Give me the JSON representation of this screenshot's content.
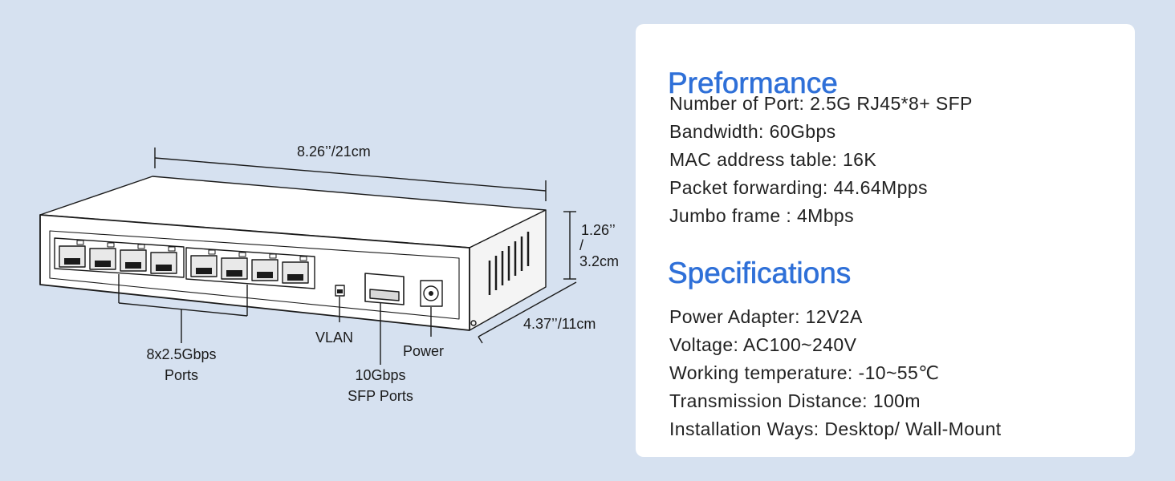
{
  "diagram": {
    "width_label": "8.26’’/21cm",
    "height_label_1": "1.26’’",
    "height_label_2": "/",
    "height_label_3": "3.2cm",
    "depth_label": "4.37’’/11cm",
    "ports_label_1": "8x2.5Gbps",
    "ports_label_2": "Ports",
    "vlan_label": "VLAN",
    "power_label": "Power",
    "sfp_label_1": "10Gbps",
    "sfp_label_2": "SFP Ports"
  },
  "performance": {
    "title": "Preformance",
    "items": [
      "Number of Port: 2.5G RJ45*8+ SFP",
      "Bandwidth: 60Gbps",
      "MAC address table: 16K",
      "Packet forwarding: 44.64Mpps",
      "Jumbo frame : 4Mbps"
    ]
  },
  "specifications": {
    "title": "Specifications",
    "items": [
      "Power Adapter: 12V2A",
      "Voltage: AC100~240V",
      "Working temperature: -10~55℃",
      "Transmission Distance: 100m",
      "Installation Ways: Desktop/ Wall-Mount"
    ]
  },
  "colors": {
    "background": "#d6e1f0",
    "accent": "#2f70d8",
    "text": "#222222"
  }
}
